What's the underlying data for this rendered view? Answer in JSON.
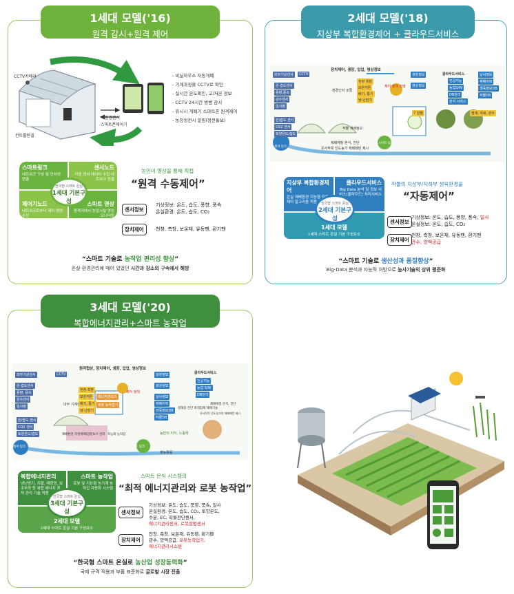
{
  "gen1": {
    "title": "1세대 모델('16)",
    "subtitle": "원격 감시+원격 제어",
    "illus": {
      "cctv": "CCTV카메라",
      "env": "환경센서",
      "controller": "스마트폰제어기",
      "window": "컨트롤판넬"
    },
    "bullets": [
      "- 비닐하우스 자동개폐",
      "- 기계과정을 CCTV로 확인",
      "- 실시간 온도확인, 고/저온 정보",
      "- CCTV 24시간 방범 감시",
      "- 휴시시 개폐기 스마트폰 원격제어",
      "- 농장정전시 알림(정전통보)"
    ],
    "quads": [
      {
        "title": "스마트링크",
        "desc": "네트워크 구성 및 인터넷 연결"
      },
      {
        "title": "센서노드",
        "desc": "각종 센서 데이터 수집 네트워크 연결"
      },
      {
        "title": "제어기노드",
        "desc": "네트워크로부터 제어 명령 수신"
      },
      {
        "title": "스마트 영상",
        "desc": "원격지에서 농업시설 영상모니터링"
      }
    ],
    "center": {
      "small": "한국형 스마트 온실",
      "main": "1세대 기본구성"
    },
    "intro": "농민이 영상을 통해 직접",
    "big": "“원격 수동제어”",
    "sensor_badge": "센서정보",
    "sensor_text": [
      "기상정보: 온도, 습도, 풍향, 풍속",
      "온실환경: 온도, 습도, CO₂"
    ],
    "control_badge": "장치제어",
    "control_text": [
      "천창, 측창, 보온재, 유동팬, 환기팬"
    ],
    "foot_main_a": "“스마트 기술로 ",
    "foot_main_b": "농작업 편리성 향상",
    "foot_main_c": "”",
    "foot_sub_a": "온실 환경관리에 매어 있었던 ",
    "foot_sub_b": "시간과 장소의 구속에서 해방"
  },
  "gen2": {
    "title": "2세대 모델('18)",
    "subtitle": "지상부 복합환경제어 + 클라우드서비스",
    "diag_top": "장치제어, 생장, 입업, 영상정보",
    "diag_labels": [
      "외부기상센서",
      "CCTV",
      "온·습도센서",
      "풍향,풍속",
      "강수센서",
      "일사량",
      "온/습도 센서",
      "CO2 센서",
      "토양온도/습도",
      "환경인자 조절",
      "천창 측창",
      "보온커튼",
      "배기, 통기",
      "냉·난방기",
      "제어 정책 반영",
      "생장정보",
      "영상정보",
      "클라우드서비스",
      "인공지능",
      "농업S/W",
      "DB관리",
      "분석 서비스",
      "날씨정보",
      "재배이력",
      "생육정보DB",
      "작물DB",
      "작물 재배정보",
      "제배예정 분석, 진단",
      "유사작목 선도농가 재배패턴 제시",
      "스마트 링크",
      "센서 링크",
      "7 일별",
      "행재, 비료, 관수"
    ],
    "quad_left": {
      "title": "지상부 복합환경제어",
      "desc": "온실 재배환경 지능형 자동제어 알고리즘 적용"
    },
    "quad_right": {
      "title": "클라우드서비스",
      "desc": "Big Data 분석 및 정보 서비스(클라우드) 처리서비스"
    },
    "bottom": {
      "title": "1세대 모델",
      "desc": "1세대 스마트 온실 기본 구성요소"
    },
    "center": {
      "small": "한국형 스마트 온실",
      "main": "2세대 기본구성"
    },
    "intro_a": "작물의 지상부/지하부 생육환경을",
    "big": "“자동제어”",
    "sensor_badge": "센서정보",
    "sensor_text_a": "기상정보: 온도, 습도, 풍향, 풍속, ",
    "sensor_text_b": "일사",
    "sensor_text_c": "온실정보: 온도, 습도, CO₂",
    "control_badge": "장치제어",
    "control_text_a": "천창, 측창, 보온재, 유동팬, 환기팬",
    "control_text_b": "관수, 양액공급",
    "foot_main_a": "“스마트 기술로 ",
    "foot_main_b": "생산성과 품질향상",
    "foot_main_c": "”",
    "foot_sub_a": "Big-Data 분석과 지능적 처방으로 ",
    "foot_sub_b": "농사기술의 상위 평준화"
  },
  "gen3": {
    "title": "3세대 모델('20)",
    "subtitle": "복합에너지관리+스마트 농작업",
    "diag_top": "원격협상, 장치제어, 생장, 입업, 영상정보",
    "diag_labels": [
      "외부기상센서",
      "CCTV",
      "온·습도센서",
      "풍향, 풍속",
      "강수센서",
      "일사량",
      "온/습도 센서",
      "CO2 센서",
      "토양온도/습도",
      "내부 기계장치",
      "천창 측창",
      "보온커튼",
      "배기, 통기",
      "냉·난방기",
      "에너지관리기",
      "로봇 농작업기",
      "재배환경 지원제어",
      "작업정보기 관리",
      "지능화 농작업",
      "제어 정책",
      "생장정보",
      "영상정보",
      "클라우드서비스",
      "인공지능",
      "농업 S/W",
      "DB관리",
      "날씨정보",
      "재배이력",
      "생육정보DB",
      "작물DB",
      "병해충 진단 최적접재 재배기술",
      "제배예정 분석, 진단",
      "유사작목 선도농가의 재배패턴 제시",
      "농민의 지식, 노동력",
      "영농활동",
      "스마트 링크",
      "센서 링크"
    ],
    "quad_left": {
      "title": "복합에너지관리",
      "desc": "냉난방기, 지열, 태양광, 보조부하 등 복합 에너지 최적 관리 기술 적용"
    },
    "quad_right": {
      "title": "스마트 농작업",
      "desc": "로봇 및 지능형 농기계 농작업 자동화 시스템"
    },
    "bottom": {
      "title": "2세대 모델",
      "desc": "2세대 스마트 온실 기본 구성요소"
    },
    "center": {
      "small": "한국형 스마트 온실",
      "main": "3세대 기본구성"
    },
    "intro": "스마트 온식 시스템의",
    "big": "“최적 에너지관리와 로봇 농작업”",
    "sensor_badge": "센서정보",
    "sensor_text": [
      "기상정보: 온도, 습도, 풍향, 풍속, 일사",
      "온실환경: 온도, 습도, CO₂, 토양온도,",
      "수분, EC, 작물전단센서,"
    ],
    "sensor_text_red": "에너지관리센서, 로봇항법센서",
    "control_badge": "장치제어",
    "control_text": [
      "천창, 측창, 보온재, 유동팬, 환기팬"
    ],
    "control_text_mix_a": "관수, 양액공급, ",
    "control_text_mix_b": "로봇농작업기,",
    "control_text_red": "에너지관리시스템",
    "foot_main_a": "“한국형 스마트 온실로 ",
    "foot_main_b": "농산업 성장동력화",
    "foot_main_c": "”",
    "foot_sub_a": "국제 규격 적용과 부품 표준화로 ",
    "foot_sub_b": "글로벌 시장 진출"
  },
  "colors": {
    "green": "#6fb23c",
    "teal": "#3a9aa9",
    "dark_green": "#3f8f3f",
    "red": "#d2232a",
    "blue": "#2e7cc1"
  }
}
